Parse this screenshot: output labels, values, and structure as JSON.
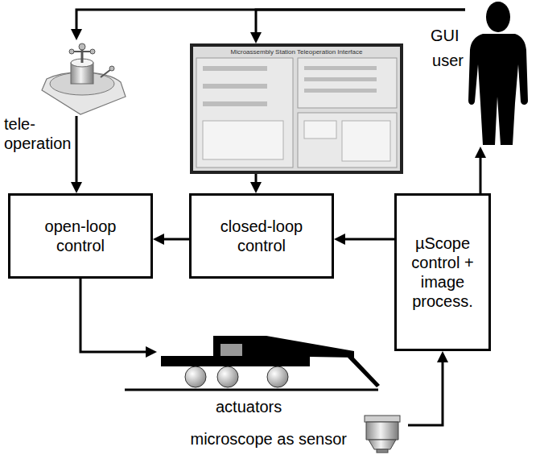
{
  "diagram": {
    "nodes": [
      {
        "text": [
          "tele- operation"
        ]
      },
      {
        "text": [
          "GUI",
          "Microassembly Station Teleoperation Interface"
        ]
      },
      {
        "text": [
          "user"
        ]
      },
      {
        "text": [
          "open-loop control"
        ]
      },
      {
        "text": [
          "closed-loop control"
        ]
      },
      {
        "text": [
          "µScope control + image process."
        ]
      },
      {
        "text": [
          "actuators"
        ]
      },
      {
        "text": [
          "microscope as sensor"
        ]
      }
    ],
    "edges": [
      {
        "from": 2,
        "to": 0,
        "arrow": "to"
      },
      {
        "from": 2,
        "to": 1,
        "arrow": "to"
      },
      {
        "from": 0,
        "to": 3,
        "arrow": "to"
      },
      {
        "from": 1,
        "to": 4,
        "arrow": "to"
      },
      {
        "from": 4,
        "to": 3,
        "arrow": "to"
      },
      {
        "from": 5,
        "to": 4,
        "arrow": "to"
      },
      {
        "from": 5,
        "to": 2,
        "arrow": "to"
      },
      {
        "from": 3,
        "to": 6,
        "arrow": "to"
      },
      {
        "from": 7,
        "to": 5,
        "arrow": "to"
      }
    ]
  }
}
